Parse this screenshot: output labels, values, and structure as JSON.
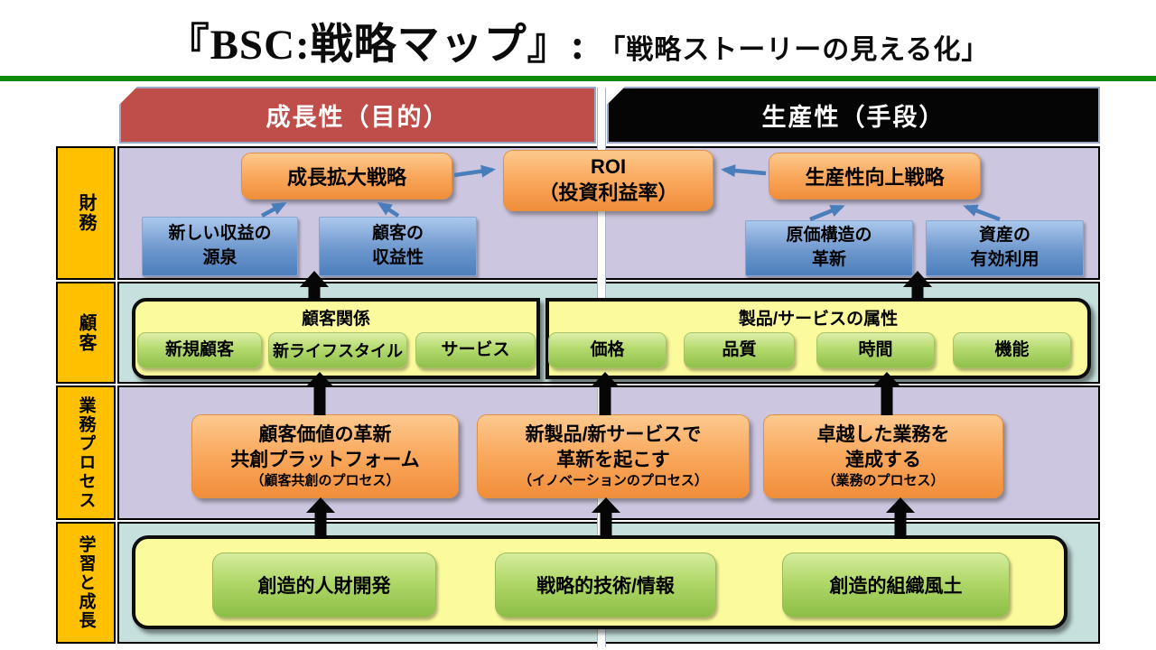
{
  "title": {
    "main": "『BSC:戦略マップ』:",
    "sub": "「戦略ストーリーの見える化」"
  },
  "columns": {
    "growth": "成長性（目的）",
    "productivity": "生産性（手段）"
  },
  "sidebar": {
    "items": [
      {
        "label": "財務"
      },
      {
        "label": "顧客"
      },
      {
        "label": "業務プロセス"
      },
      {
        "label": "学習と成長"
      }
    ]
  },
  "finance_row": {
    "growth_strategy": "成長拡大戦略",
    "roi": {
      "line1": "ROI",
      "line2": "（投資利益率）"
    },
    "productivity_strategy": "生産性向上戦略",
    "new_revenue": {
      "line1": "新しい収益の",
      "line2": "源泉"
    },
    "customer_profitability": {
      "line1": "顧客の",
      "line2": "収益性"
    },
    "cost_structure": {
      "line1": "原価構造の",
      "line2": "革新"
    },
    "asset_utilization": {
      "line1": "資産の",
      "line2": "有効利用"
    }
  },
  "customer_row": {
    "relationship_title": "顧客関係",
    "relationship_items": [
      "新規顧客",
      "新ライフスタイル",
      "サービス"
    ],
    "attributes_title": "製品/サービスの属性",
    "attributes_items": [
      "価格",
      "品質",
      "時間",
      "機能"
    ]
  },
  "process_row": {
    "boxes": [
      {
        "line1": "顧客価値の革新",
        "line2": "共創プラットフォーム",
        "line3": "（顧客共創のプロセス）"
      },
      {
        "line1": "新製品/新サービスで",
        "line2": "革新を起こす",
        "line3": "（イノベーションのプロセス）"
      },
      {
        "line1": "卓越した業務を",
        "line2": "達成する",
        "line3": "（業務のプロセス）"
      }
    ]
  },
  "learning_row": {
    "boxes": [
      "創造的人財開発",
      "戦略的技術/情報",
      "創造的組織風土"
    ]
  },
  "colors": {
    "title_rule_green": "#0F8A0F",
    "header_growth_bg": "#BF4E4B",
    "header_productivity_bg": "#050505",
    "perspective_label_bg": "#FFC000",
    "row_finance_bg": "#CDC6E0",
    "row_customer_bg": "#C5E0DD",
    "strategy_box_orange": "#F79646",
    "driver_box_blue": "#4F81BD",
    "container_yellow": "#FBFB9D",
    "item_green": "#9BC24E",
    "connector_blue": "#4A7EBB",
    "flow_arrow_black": "#000000"
  }
}
